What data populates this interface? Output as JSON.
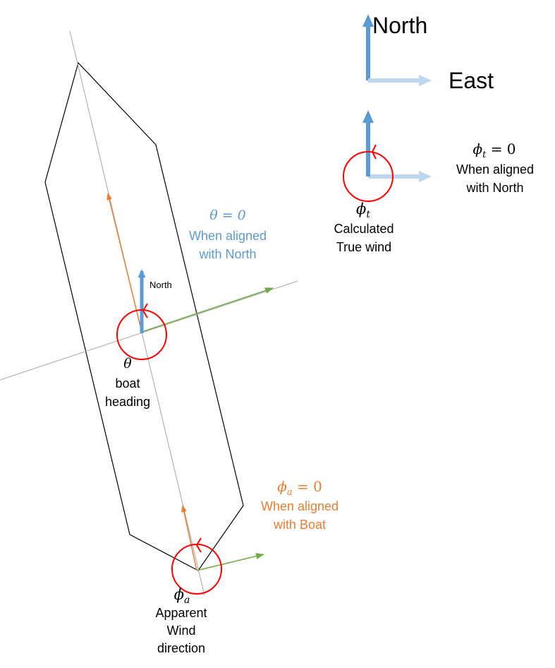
{
  "compass": {
    "north_label": "North",
    "east_label": "East"
  },
  "true_wind": {
    "zero_label": "ϕ",
    "zero_sub": "t",
    "zero_rhs": " = 0",
    "zero_line1": "When aligned",
    "zero_line2": "with North",
    "symbol": "ϕ",
    "symbol_sub": "t",
    "desc_line1": "Calculated",
    "desc_line2": "True wind"
  },
  "heading": {
    "zero_label": "θ = 0",
    "zero_line1": "When aligned",
    "zero_line2": "with North",
    "north_label": "North",
    "symbol": "θ",
    "desc_line1": "boat",
    "desc_line2": "heading"
  },
  "apparent_wind": {
    "zero_label": "ϕ",
    "zero_sub": "a",
    "zero_rhs": " = 0",
    "zero_line1": "When aligned",
    "zero_line2": "with Boat",
    "symbol": "ϕ",
    "symbol_sub": "a",
    "desc_line1": "Apparent",
    "desc_line2": "Wind",
    "desc_line3": "direction"
  },
  "colors": {
    "north_blue": "#5B9BD5",
    "east_light_blue": "#BDD7EE",
    "orange": "#ED7D31",
    "green": "#70AD47",
    "red": "#FF0000",
    "gray_axis": "#A6A6A6",
    "outline": "#000000"
  }
}
